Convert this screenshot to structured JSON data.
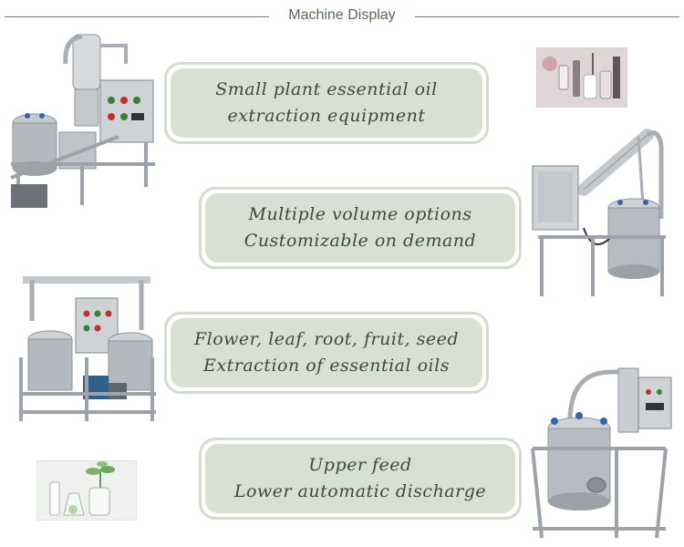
{
  "header": {
    "title": "Machine Display"
  },
  "features": [
    {
      "lines": [
        "Small plant essential oil",
        "extraction equipment"
      ]
    },
    {
      "lines": [
        "Multiple volume options",
        "Customizable on demand"
      ]
    },
    {
      "lines": [
        "Flower, leaf, root, fruit, seed",
        "Extraction of essential oils"
      ]
    },
    {
      "lines": [
        "Upper feed",
        "Lower automatic discharge"
      ]
    }
  ],
  "images": {
    "machine_1": "essential-oil-extraction-machine-photo",
    "machine_2": "extraction-machine-with-condenser-photo",
    "machine_3": "twin-tank-extraction-machine-photo",
    "machine_4": "tank-extraction-machine-with-control-box-photo",
    "bottles_top": "essential-oil-bottles-photo",
    "bottles_bottom": "essential-oil-bottles-with-leaves-photo"
  },
  "colors": {
    "accent_green": "#d8e0d1",
    "border_green": "#d3dccd",
    "steel": "#b9bfc4",
    "text": "#3d4a3b"
  }
}
